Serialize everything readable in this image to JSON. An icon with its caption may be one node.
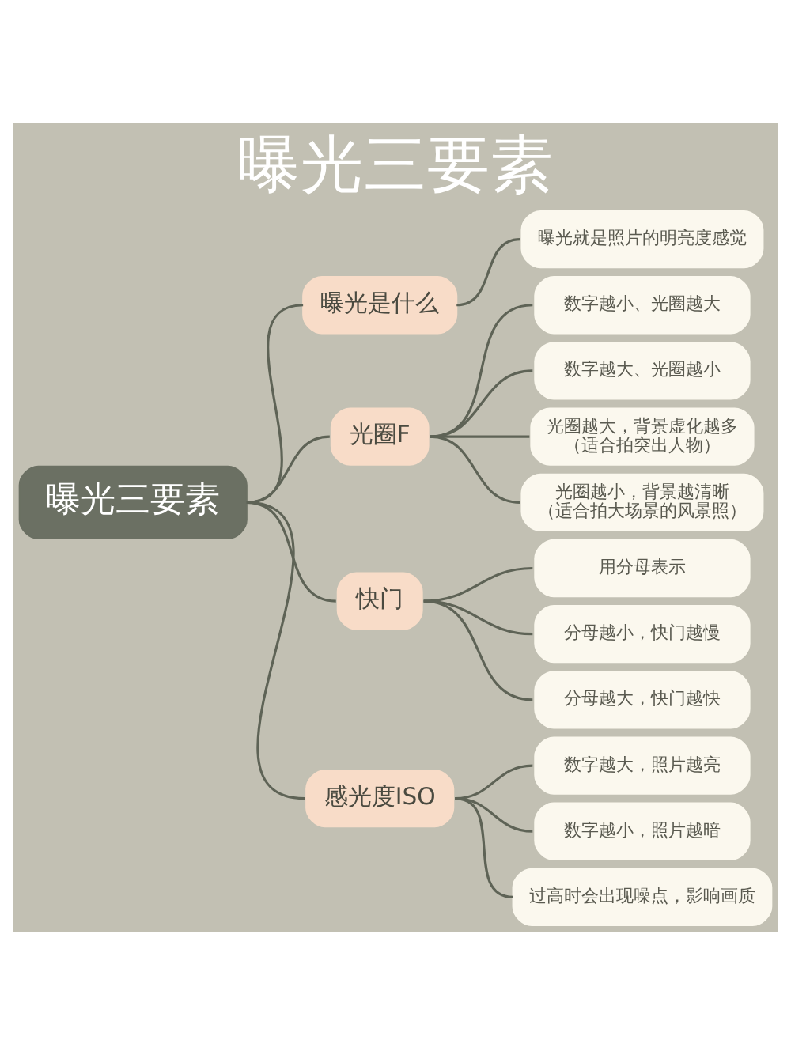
{
  "diagram": {
    "title": "曝光三要素",
    "nodes": [
      {
        "text": [
          "曝光三要素"
        ]
      },
      {
        "text": [
          "曝光是什么"
        ]
      },
      {
        "text": [
          "曝光就是照片的明亮度感觉"
        ]
      },
      {
        "text": [
          "光圈F"
        ]
      },
      {
        "text": [
          "数字越小、光圈越大"
        ]
      },
      {
        "text": [
          "数字越大、光圈越小"
        ]
      },
      {
        "text": [
          "光圈越大，背景虚化越多（适合拍突出人物）"
        ]
      },
      {
        "text": [
          "光圈越小，背景越清晰（适合拍大场景的风景照）"
        ]
      },
      {
        "text": [
          "快门"
        ]
      },
      {
        "text": [
          "用分母表示"
        ]
      },
      {
        "text": [
          "分母越小，快门越慢"
        ]
      },
      {
        "text": [
          "分母越大，快门越快"
        ]
      },
      {
        "text": [
          "感光度ISO"
        ]
      },
      {
        "text": [
          "数字越大，照片越亮"
        ]
      },
      {
        "text": [
          "数字越小，照片越暗"
        ]
      },
      {
        "text": [
          "过高时会出现噪点，影响画质"
        ]
      }
    ],
    "edges": [
      {
        "from": 0,
        "to": 1,
        "arrow": "none"
      },
      {
        "from": 1,
        "to": 2,
        "arrow": "none"
      },
      {
        "from": 0,
        "to": 3,
        "arrow": "none"
      },
      {
        "from": 3,
        "to": 4,
        "arrow": "none"
      },
      {
        "from": 3,
        "to": 5,
        "arrow": "none"
      },
      {
        "from": 3,
        "to": 6,
        "arrow": "none"
      },
      {
        "from": 3,
        "to": 7,
        "arrow": "none"
      },
      {
        "from": 0,
        "to": 8,
        "arrow": "none"
      },
      {
        "from": 8,
        "to": 9,
        "arrow": "none"
      },
      {
        "from": 8,
        "to": 10,
        "arrow": "none"
      },
      {
        "from": 8,
        "to": 11,
        "arrow": "none"
      },
      {
        "from": 0,
        "to": 12,
        "arrow": "none"
      },
      {
        "from": 12,
        "to": 13,
        "arrow": "none"
      },
      {
        "from": 12,
        "to": 14,
        "arrow": "none"
      },
      {
        "from": 12,
        "to": 15,
        "arrow": "none"
      }
    ]
  }
}
